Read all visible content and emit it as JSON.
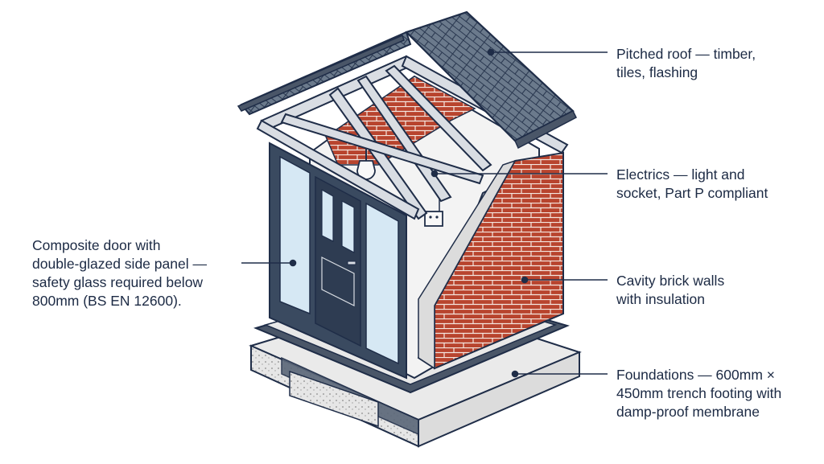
{
  "colors": {
    "outline": "#1f2d48",
    "brick": "#b8442e",
    "roof_tile": "#6b7a8c",
    "timber": "#d9dde3",
    "glass": "#d6e8f4",
    "door": "#3a4a60",
    "concrete": "#e6e6e6",
    "membrane": "#4a5668",
    "wall_white": "#f3f3f3"
  },
  "icons": [
    "bulb-icon",
    "socket-icon"
  ],
  "labels": {
    "roof": {
      "lines": [
        "Pitched roof — timber,",
        "tiles, flashing"
      ]
    },
    "electrics": {
      "lines": [
        "Electrics — light and",
        "socket, Part P compliant"
      ]
    },
    "walls": {
      "lines": [
        "Cavity brick walls",
        "with insulation"
      ]
    },
    "foundations": {
      "lines": [
        "Foundations — 600mm ×",
        "450mm trench footing with",
        "damp-proof membrane"
      ]
    },
    "door": {
      "lines": [
        "Composite door with",
        "double-glazed side panel —",
        "safety glass required below",
        "800mm (BS EN 12600)."
      ]
    }
  }
}
